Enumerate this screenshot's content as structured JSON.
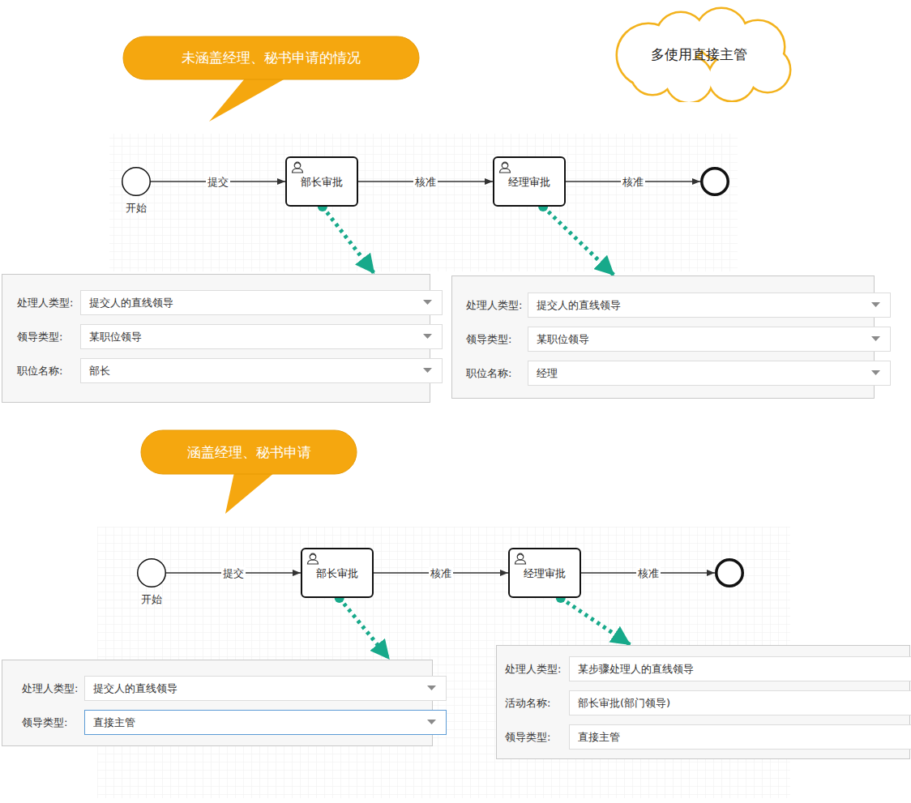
{
  "diagram": {
    "nodes": [
      {
        "text": [
          "未涵盖经理、秘书申请的情况"
        ]
      },
      {
        "text": [
          "多使用直接主管"
        ]
      },
      {
        "text": [
          "开始"
        ]
      },
      {
        "text": [
          "部长审批"
        ]
      },
      {
        "text": [
          "经理审批"
        ]
      },
      {
        "text": []
      },
      {
        "text": [
          "处理人类型:",
          "领导类型:",
          "职位名称:"
        ]
      },
      {
        "text": [
          "提交人的直线领导"
        ],
        "in": 6
      },
      {
        "text": [
          "某职位领导"
        ],
        "in": 6
      },
      {
        "text": [
          "部长"
        ],
        "in": 6
      },
      {
        "text": [
          "处理人类型:",
          "领导类型:",
          "职位名称:"
        ]
      },
      {
        "text": [
          "提交人的直线领导"
        ],
        "in": 10
      },
      {
        "text": [
          "某职位领导"
        ],
        "in": 10
      },
      {
        "text": [
          "经理"
        ],
        "in": 10
      },
      {
        "text": [
          "涵盖经理、秘书申请"
        ]
      },
      {
        "text": [
          "开始"
        ]
      },
      {
        "text": [
          "部长审批"
        ]
      },
      {
        "text": [
          "经理审批"
        ]
      },
      {
        "text": []
      },
      {
        "text": [
          "处理人类型:",
          "领导类型:"
        ]
      },
      {
        "text": [
          "提交人的直线领导"
        ],
        "in": 19
      },
      {
        "text": [
          "直接主管"
        ],
        "in": 19
      },
      {
        "text": [
          "处理人类型:",
          "活动名称:",
          "领导类型:"
        ]
      },
      {
        "text": [
          "某步骤处理人的直线领导"
        ],
        "in": 22
      },
      {
        "text": [
          "部长审批(部门领导)"
        ],
        "in": 22
      },
      {
        "text": [
          "直接主管"
        ],
        "in": 22
      }
    ],
    "edges": [
      {
        "from": 2,
        "to": 3,
        "label": "提交",
        "arrow": "to"
      },
      {
        "from": 3,
        "to": 4,
        "label": "核准",
        "arrow": "to"
      },
      {
        "from": 4,
        "to": 5,
        "label": "核准",
        "arrow": "to"
      },
      {
        "from": 3,
        "to": 6,
        "arrow": "to"
      },
      {
        "from": 4,
        "to": 10,
        "arrow": "to"
      },
      {
        "from": 15,
        "to": 16,
        "label": "提交",
        "arrow": "to"
      },
      {
        "from": 16,
        "to": 17,
        "label": "核准",
        "arrow": "to"
      },
      {
        "from": 17,
        "to": 18,
        "label": "核准",
        "arrow": "to"
      },
      {
        "from": 16,
        "to": 19,
        "arrow": "to"
      },
      {
        "from": 17,
        "to": 22,
        "arrow": "to"
      }
    ]
  }
}
